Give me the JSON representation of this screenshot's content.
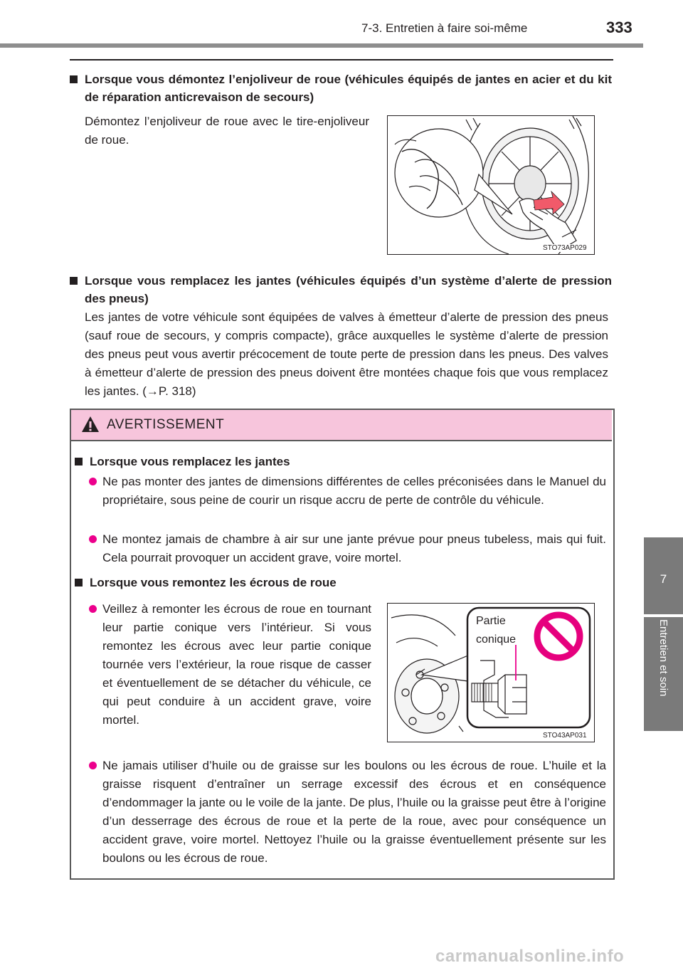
{
  "header": {
    "section": "7-3. Entretien à faire soi-même",
    "page_number": "333"
  },
  "side_tab": {
    "chapter_number": "7",
    "chapter_title": "Entretien et soin"
  },
  "section1": {
    "heading": "Lorsque vous démontez l’enjoliveur de roue (véhicules équipés de jantes en acier et du kit de réparation anticrevaison de secours)",
    "text": "Démontez l’enjoliveur de roue avec le tire-enjoliveur de roue.",
    "figure_code": "STO73AP029"
  },
  "section2": {
    "heading": "Lorsque vous remplacez les jantes (véhicules équipés d’un système d’alerte de pression des pneus)",
    "text": "Les jantes de votre véhicule sont équipées de valves à émetteur d’alerte de pression des pneus (sauf roue de secours, y compris compacte), grâce auxquelles le système d’alerte de pression des pneus peut vous avertir précocement de toute perte de pression dans les pneus. Des valves à émetteur d’alerte de pression des pneus doivent être montées chaque fois que vous remplacez les jantes. (→P. 318)"
  },
  "warning": {
    "title": "AVERTISSEMENT",
    "sub1": {
      "heading": "Lorsque vous remplacez les jantes",
      "bullets": [
        "Ne pas monter des jantes de dimensions différentes de celles préconisées dans le Manuel du propriétaire, sous peine de courir un risque accru de perte de contrôle du véhicule.",
        "Ne montez jamais de chambre à air sur une jante prévue pour pneus tubeless, mais qui fuit. Cela pourrait provoquer un accident grave, voire mortel."
      ]
    },
    "sub2": {
      "heading": "Lorsque vous remontez les écrous de roue",
      "bullet1": "Veillez à remonter les écrous de roue en tournant leur partie conique vers l’intérieur. Si vous remontez les écrous avec leur partie conique tournée vers l’extérieur, la roue risque de casser et éventuellement de se détacher du véhicule, ce qui peut conduire à un accident grave, voire mortel.",
      "callout": [
        "Partie",
        "conique"
      ],
      "figure_code": "STO43AP031",
      "bullet2": "Ne jamais utiliser d’huile ou de graisse sur les boulons ou les écrous de roue. L’huile et la graisse risquent d’entraîner un serrage excessif des écrous et en conséquence d’endommager la jante ou le voile de la jante. De plus, l’huile ou la graisse peut être à l’origine d’un desserrage des écrous de roue et la perte de la roue, avec pour conséquence un accident grave, voire mortel. Nettoyez l’huile ou la graisse éventuellement présente sur les boulons ou les écrous de roue."
    }
  },
  "watermark": "carmanualsonline.info",
  "colors": {
    "warning_header": "#f7c5dc",
    "bullet": "#ec008c",
    "prohibition": "#e6007e",
    "tab": "#7a7a7a"
  }
}
